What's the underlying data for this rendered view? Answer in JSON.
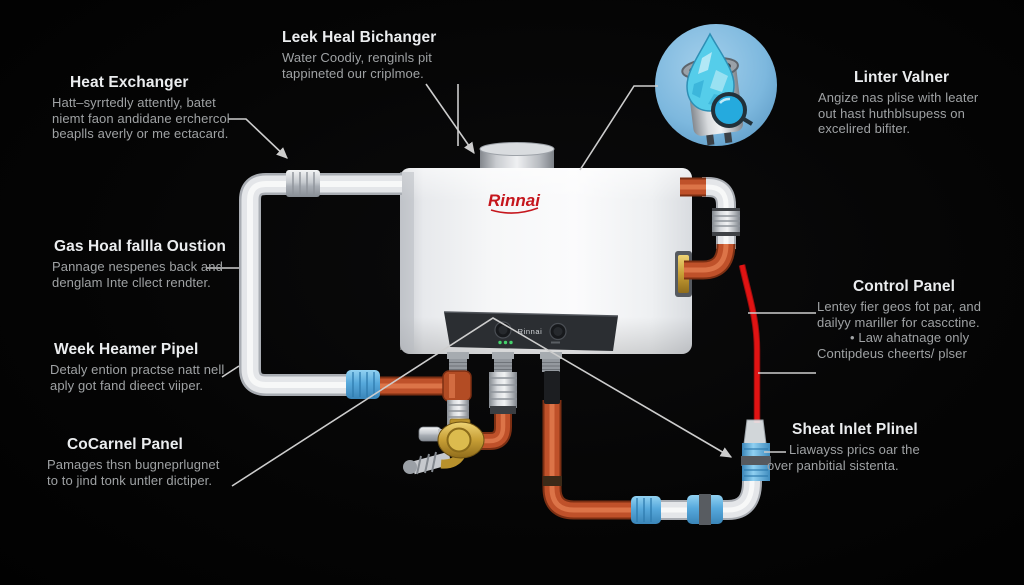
{
  "colors": {
    "background": "#040404",
    "pipe_copper": "#bf512a",
    "pipe_white": "#e4e6e9",
    "coupling_blue": "#57a9dc",
    "valve_brass": "#c79e35",
    "hot_line_red": "#dd1414",
    "badge_blue": "#7db8de",
    "drop_cyan": "#55cdea",
    "logo_red": "#c5161d",
    "label_title": "#ebedef",
    "label_body": "#9fa2a4"
  },
  "unit": {
    "brand_logo": "Rinnai",
    "panel_brand": "Rinnai"
  },
  "icons": {
    "water_drop": "water-drop-icon",
    "magnifier": "magnifier-icon",
    "vent_cap": "vent-cap-icon",
    "valve": "brass-valve-icon"
  },
  "labels": {
    "heat_exchanger": {
      "title": "Heat Exchanger",
      "lines": [
        "Hatt–syrrtedly attently, batet",
        "niemt faon andidane erchercol",
        "beaplls averly or me ectacard."
      ]
    },
    "leek_heal_exchanger": {
      "title": "Leek Heal Bichanger",
      "lines": [
        "Water Coodiy, renginls pit",
        "tappineted our criplmoe."
      ]
    },
    "linter_valner": {
      "title": "Linter Valner",
      "lines": [
        "Angize nas plise with leater",
        "out hast huthblsupess on",
        "excelired bifiter."
      ]
    },
    "gas_hoal_fallla_oustion": {
      "title": "Gas Hoal fallla Oustion",
      "lines": [
        "Pannage nespenes back and",
        "denglam Inte cllect rendter."
      ]
    },
    "week_heamer_pipel": {
      "title": "Week Heamer Pipel",
      "lines": [
        "Detaly ention practse natt nell",
        "aply got fand dieect viiper."
      ]
    },
    "cocarnel_panel": {
      "title": "CoCarnel Panel",
      "lines": [
        "Pamages thsn bugneprlugnet",
        "to to jind tonk untler dictiper."
      ]
    },
    "control_panel": {
      "title": "Control Panel",
      "lines": [
        "Lentey fier geos fot par, and",
        "dailyy mariller for cascctine.",
        "• Law ahatnage only",
        "Contipdeus cheerts/ plser"
      ]
    },
    "sheat_inlet_plinel": {
      "title": "Sheat Inlet Plinel",
      "lines": [
        "Liawayss prics oar the",
        "over panbitial sistenta."
      ]
    }
  }
}
